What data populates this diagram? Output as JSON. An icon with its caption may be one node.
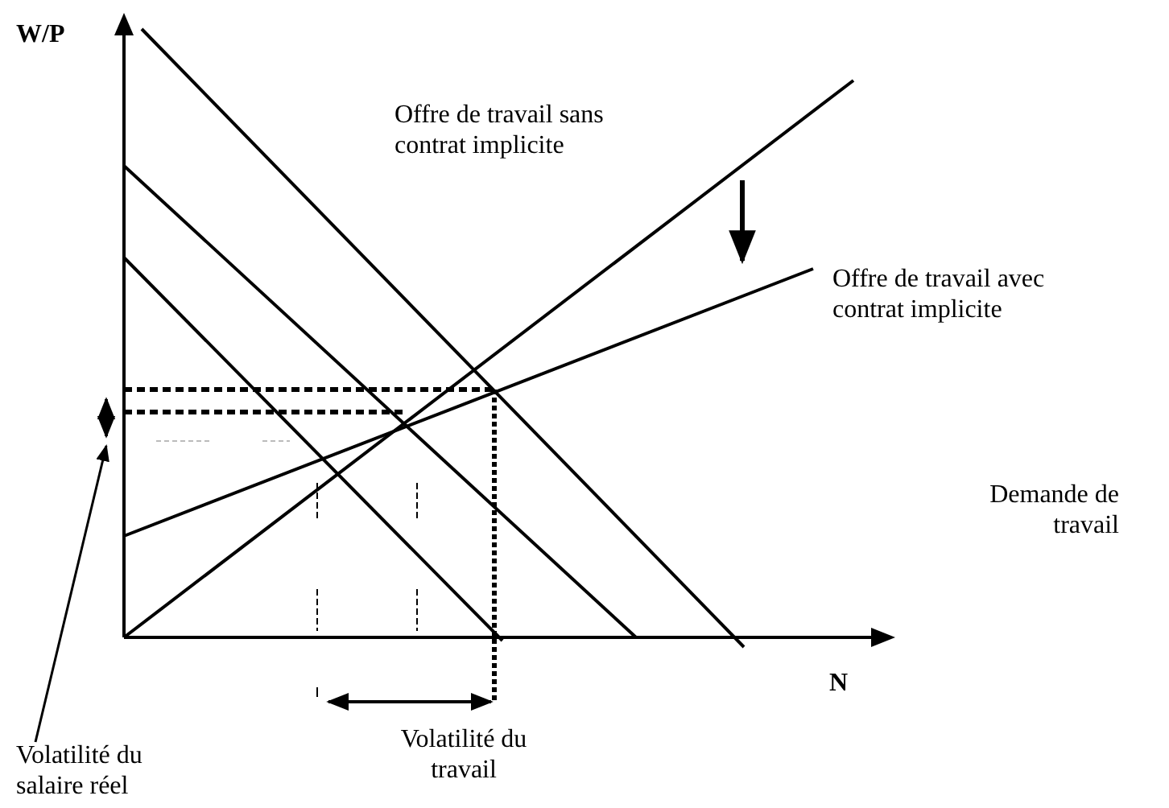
{
  "diagram": {
    "nodes": [
      {
        "text": [
          "Volatilité du salaire réel"
        ]
      },
      {
        "text": [],
        "shape": "arrow"
      }
    ],
    "edges": [
      {
        "from": 0,
        "to": 1,
        "arrow": "to"
      }
    ],
    "labels": [
      "W/P",
      "Offre de travail sans contrat implicite",
      "Offre de travail avec contrat implicite",
      "Demande de travail",
      "N",
      "Volatilité du travail"
    ]
  }
}
